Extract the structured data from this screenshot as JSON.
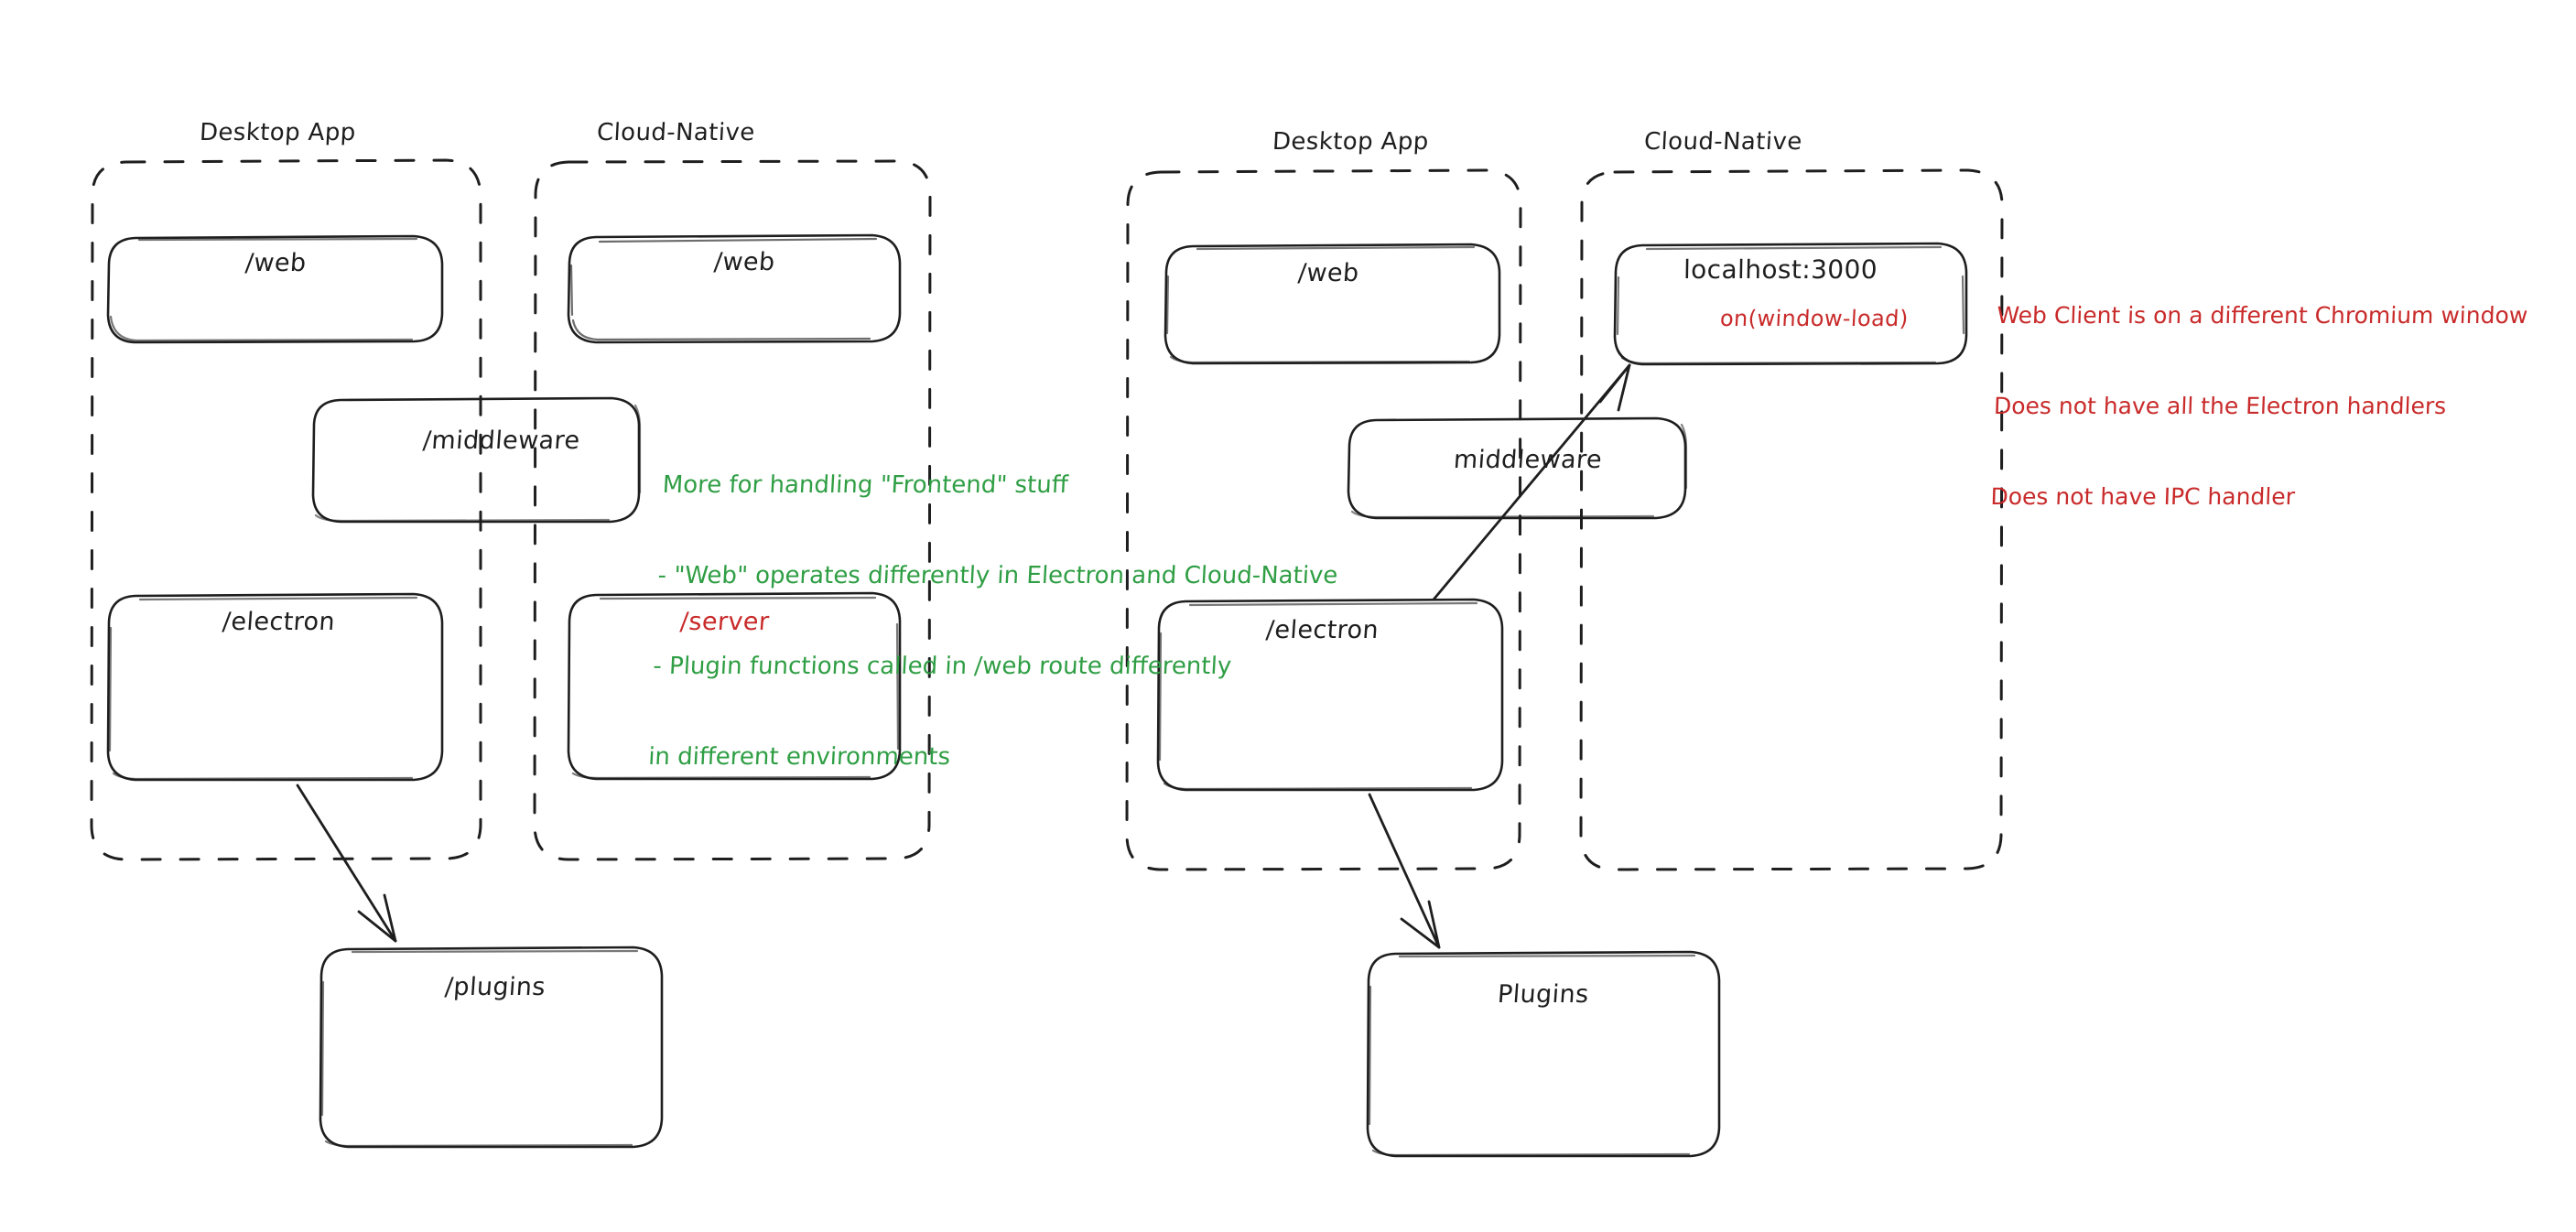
{
  "diagram": {
    "background": "#ffffff",
    "stroke_color": "#1e1e1e",
    "green_color": "#2f9e44",
    "red_color": "#c92a2a",
    "style": "hand-drawn"
  },
  "left_panel": {
    "groups": [
      {
        "title": "Desktop App"
      },
      {
        "title": "Cloud-Native"
      }
    ],
    "boxes": {
      "desktop_web": "/web",
      "cloud_web": "/web",
      "middleware": "/middleware",
      "electron": "/electron",
      "server": "/server",
      "plugins": "/plugins"
    },
    "note_green": {
      "lines": [
        "More for handling \"Frontend\" stuff",
        "- \"Web\" operates differently in Electron and Cloud-Native",
        "- Plugin functions called in /web route differently",
        "in different environments"
      ]
    }
  },
  "right_panel": {
    "groups": [
      {
        "title": "Desktop App"
      },
      {
        "title": "Cloud-Native"
      }
    ],
    "boxes": {
      "desktop_web": "/web",
      "localhost": "localhost:3000",
      "localhost_sub": "on(window-load)",
      "middleware": "middleware",
      "electron": "/electron",
      "plugins": "Plugins"
    },
    "note_red": {
      "lines": [
        "Web Client is on a different Chromium window",
        "Does not have all the Electron handlers",
        "Does not have IPC handler"
      ]
    }
  }
}
